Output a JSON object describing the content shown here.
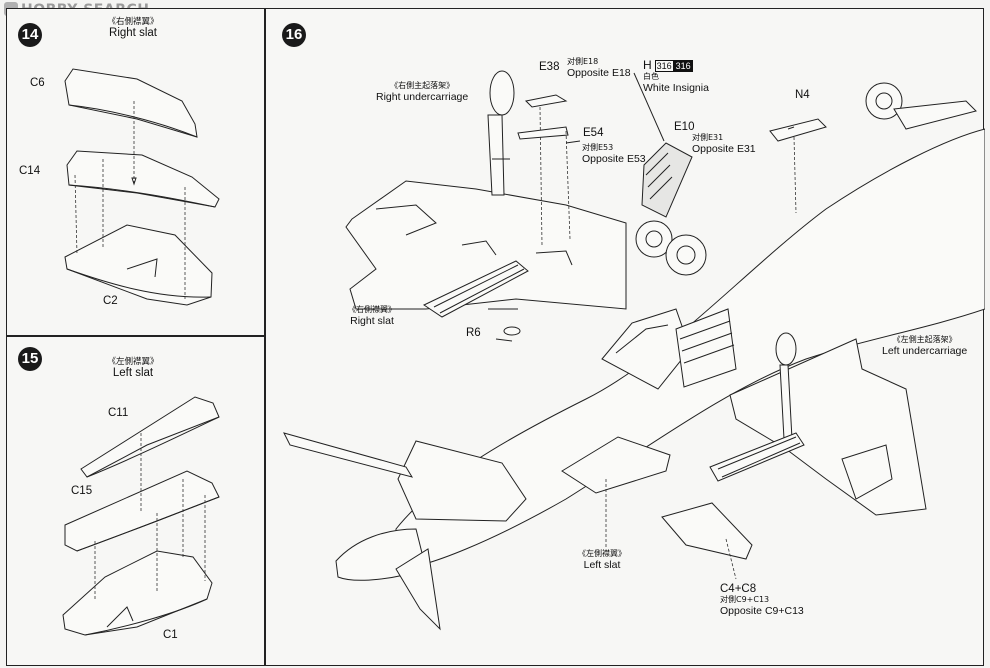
{
  "watermark": "HOBBY SEARCH",
  "step14": {
    "number": "14",
    "title_cn": "《右側襟翼》",
    "title": "Right slat",
    "parts": [
      "C6",
      "C14",
      "C2"
    ]
  },
  "step15": {
    "number": "15",
    "title_cn": "《左側襟翼》",
    "title": "Left slat",
    "parts": [
      "C11",
      "C15",
      "C1"
    ]
  },
  "step16": {
    "number": "16",
    "right_uc_cn": "《右側主起落架》",
    "right_uc": "Right undercarriage",
    "e38": "E38",
    "e18_cn": "对側E18",
    "e18": "Opposite E18",
    "h_label": "H",
    "h_box1": "316",
    "h_box2": "316",
    "white_cn": "白色",
    "white": "White Insignia",
    "e54": "E54",
    "e53_cn": "对側E53",
    "e53": "Opposite E53",
    "e10": "E10",
    "e31_cn": "对側E31",
    "e31": "Opposite E31",
    "n4": "N4",
    "right_slat_cn": "《右側襟翼》",
    "right_slat": "Right slat",
    "r6": "R6",
    "left_uc_cn": "《左側主起落架》",
    "left_uc": "Left undercarriage",
    "left_slat_cn": "《左側襟翼》",
    "left_slat": "Left slat",
    "c4c8": "C4+C8",
    "c9c13_cn": "对側C9+C13",
    "c9c13": "Opposite C9+C13"
  }
}
